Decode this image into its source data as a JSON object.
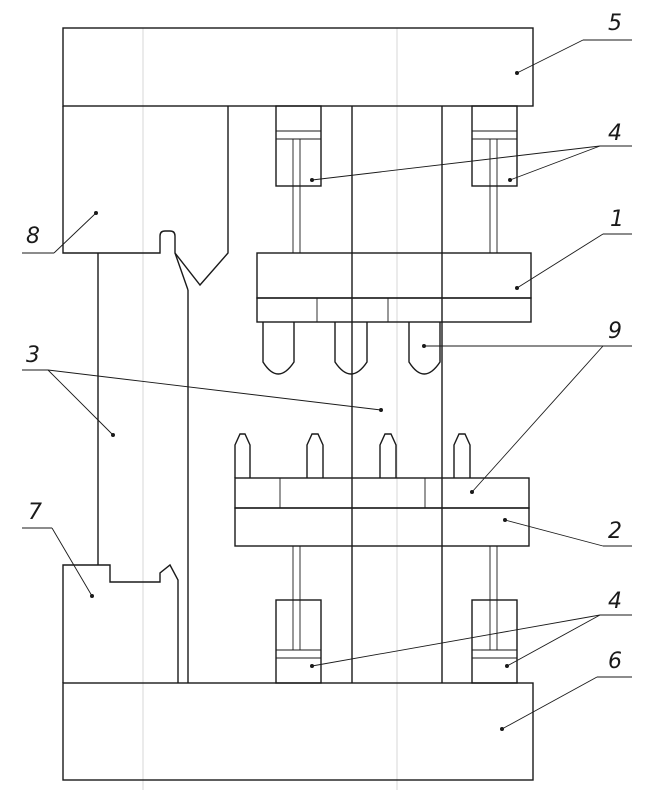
{
  "callouts": {
    "c1": "1",
    "c2": "2",
    "c3": "3",
    "c4a": "4",
    "c4b": "4",
    "c5": "5",
    "c6": "6",
    "c7": "7",
    "c8": "8",
    "c9": "9"
  },
  "colors": {
    "line": "#1a1a1a",
    "axis": "#bdbdbd",
    "background": "#ffffff"
  }
}
